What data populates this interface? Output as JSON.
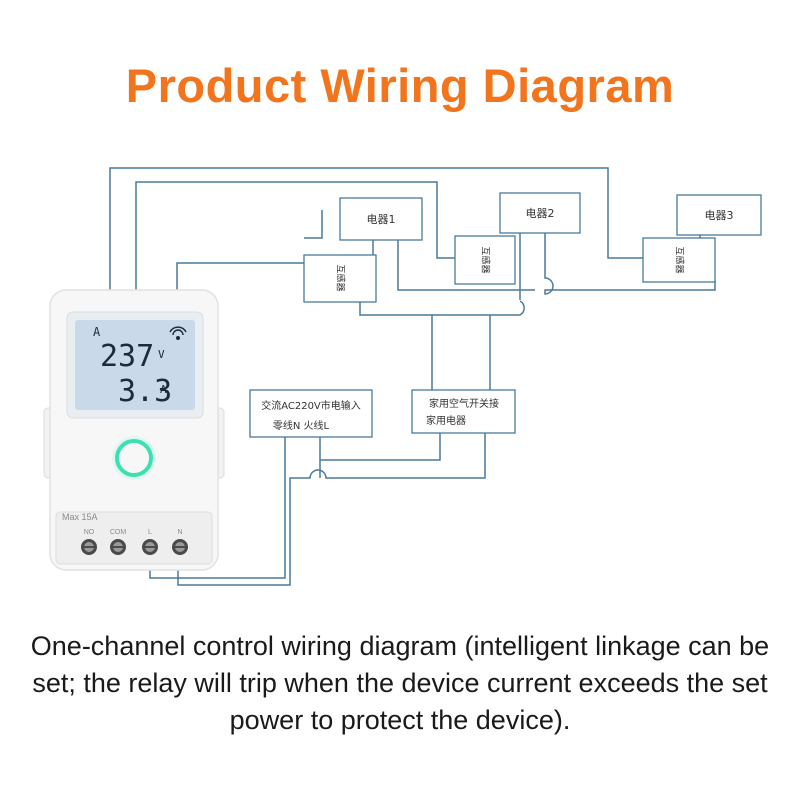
{
  "title": "Product Wiring Diagram",
  "caption": "One-channel control wiring diagram (intelligent linkage can be set; the relay will trip when the device current exceeds the set power to protect the device).",
  "device": {
    "voltage_value": "237",
    "voltage_unit": "V",
    "current_value": "3.3",
    "current_unit": "A",
    "mode_label": "A",
    "max_rating": "Max 15A",
    "terminals": [
      "NO",
      "COM",
      "L",
      "N"
    ],
    "ring_color": "#3de0b0",
    "lcd_color": "#c9d9ea"
  },
  "boxes": {
    "appliance_1": "电器1",
    "appliance_2": "电器2",
    "appliance_3": "电器3",
    "transformer": "互感器",
    "mains_input_line1": "交流AC220V市电输入",
    "mains_input_line2": "零线N  火线L",
    "breaker_line1": "家用空气开关接",
    "breaker_line2": "家用电器"
  },
  "colors": {
    "title": "#f2741c",
    "wire": "#4a7a9c"
  }
}
